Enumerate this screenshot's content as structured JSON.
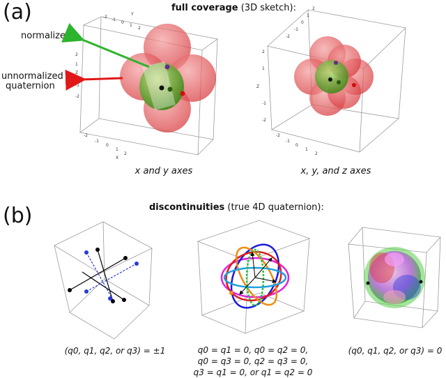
{
  "panel_a": {
    "letter": "(a)",
    "heading_bold": "full coverage",
    "heading_rest": " (3D sketch):",
    "arrow_normalized": "normalized",
    "arrow_unnormalized_1": "unnormalized",
    "arrow_unnormalized_2": "quaternion",
    "left_caption": "x and y axes",
    "right_caption": "x, y, and z axes",
    "axis_labels": {
      "x": "X",
      "y": "Y",
      "z": "Z"
    },
    "ticks": [
      "-2",
      "-1",
      "0",
      "1",
      "2"
    ]
  },
  "panel_b": {
    "letter": "(b)",
    "heading_bold": "discontinuities",
    "heading_rest": " (true 4D quaternion):",
    "caption_left": "(q0, q1, q2, or q3) = ±1",
    "caption_middle": [
      "q0 = q1 = 0, q0 = q2 = 0,",
      "q0 = q3 = 0, q2 = q3 = 0,",
      "q3 = q1 = 0, or q1 = q2 = 0"
    ],
    "caption_right": "(q0, q1, q2, or q3) = 0"
  },
  "colors": {
    "sphere_red": "#e8474c",
    "sphere_green": "#5aa02c",
    "arrow_green": "#2db42d",
    "arrow_red": "#e01818",
    "box_gray": "#8a8a8a",
    "dashed_blue": "#2a3ad8"
  }
}
